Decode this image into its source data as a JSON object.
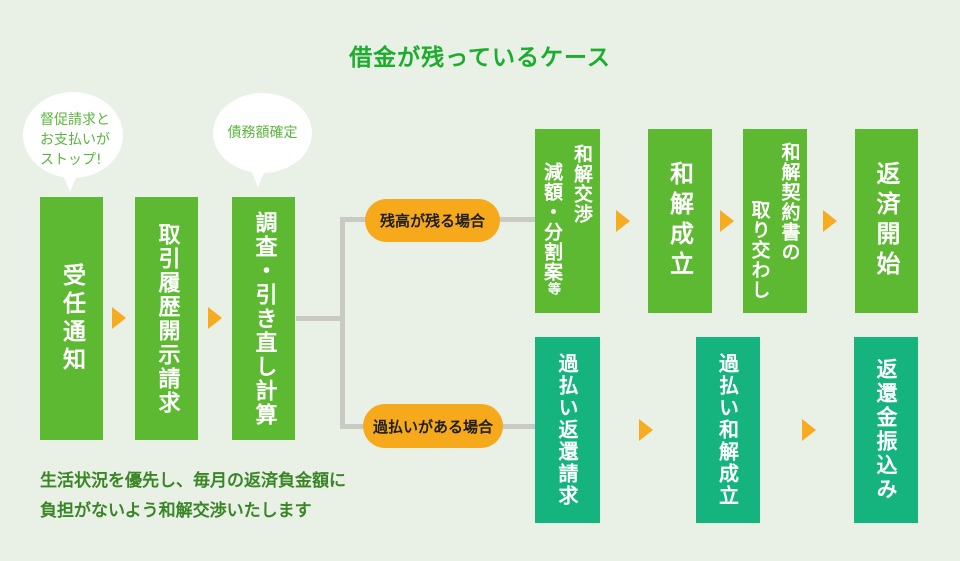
{
  "title": "借金が残っているケース",
  "colors": {
    "background": "#e9f0e6",
    "green_box": "#5cb931",
    "teal_box": "#15b47f",
    "accent_yellow": "#f7ab1e",
    "connector_gray": "#c9cac3",
    "title_green": "#1bad2c",
    "bubble_text_green": "#5cb53e",
    "note_green": "#3a8526"
  },
  "bubbles": [
    {
      "text": "督促請求と\nお支払いが\nストップ!"
    },
    {
      "text": "債務額確定"
    }
  ],
  "main_flow": [
    {
      "label": "受任通知"
    },
    {
      "label": "取引履歴開示請求"
    },
    {
      "label": "調査・引き直し計算"
    }
  ],
  "branches": [
    {
      "condition": "残高が残る場合",
      "steps": [
        {
          "cols": [
            "和解交渉",
            "減額・分割案"
          ],
          "small_suffix": "等"
        },
        {
          "label": "和解成立"
        },
        {
          "cols": [
            "和解契約書の",
            "取り交わし"
          ]
        },
        {
          "label": "返済開始"
        }
      ]
    },
    {
      "condition": "過払いがある場合",
      "steps": [
        {
          "label": "過払い返還請求"
        },
        {
          "label": "過払い和解成立"
        },
        {
          "label": "返還金振込み"
        }
      ]
    }
  ],
  "note": "生活状況を優先し、毎月の返済負金額に\n負担がないよう和解交渉いたします"
}
